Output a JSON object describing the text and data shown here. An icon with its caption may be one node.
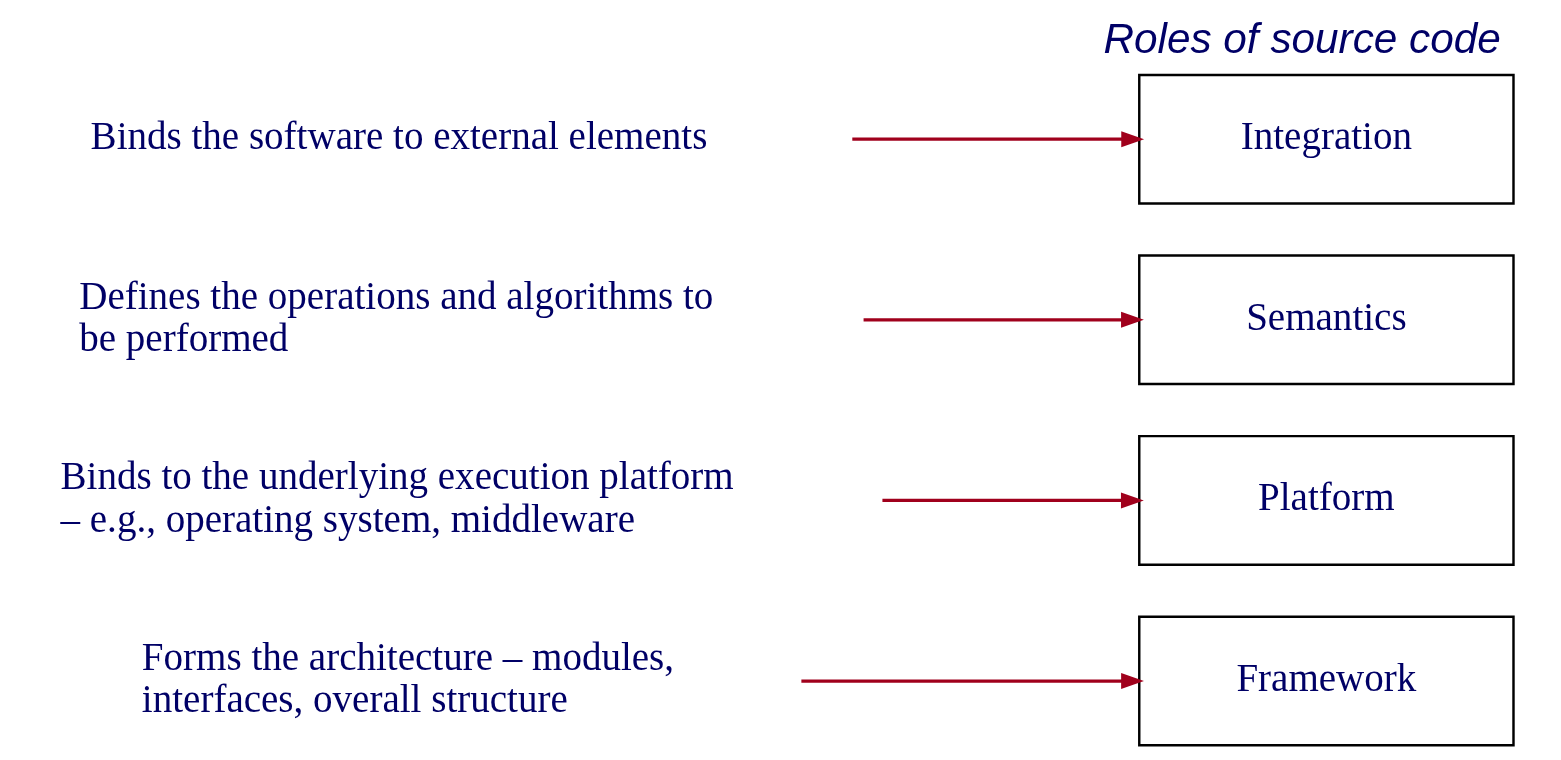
{
  "diagram": {
    "title": "Roles of source code",
    "nodes": [
      {
        "text": [
          "Forms the architecture – modules, interfaces, overall structure"
        ]
      },
      {
        "text": [
          "Binds to the underlying execution platform – e.g., operating system, middleware"
        ]
      },
      {
        "text": [
          "Defines the operations and algorithms to be performed"
        ]
      },
      {
        "text": [
          "Binds the software to external elements"
        ]
      },
      {
        "text": [
          "Framework"
        ]
      },
      {
        "text": [
          "Platform"
        ]
      },
      {
        "text": [
          "Semantics"
        ]
      },
      {
        "text": [
          "Integration"
        ]
      }
    ],
    "edges": [
      {
        "from": 0,
        "to": 4,
        "arrow": "to"
      },
      {
        "from": 1,
        "to": 5,
        "arrow": "to"
      },
      {
        "from": 2,
        "to": 6,
        "arrow": "to"
      },
      {
        "from": 3,
        "to": 7,
        "arrow": "to"
      }
    ]
  }
}
